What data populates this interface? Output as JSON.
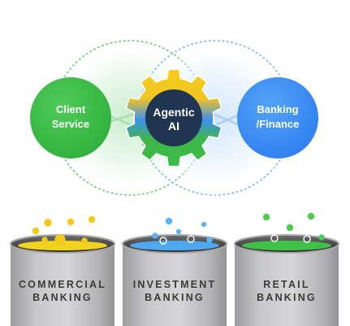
{
  "center": {
    "line1": "Agentic",
    "line2": "AI"
  },
  "left_node": {
    "line1": "Client",
    "line2": "Service"
  },
  "right_node": {
    "line1": "Banking",
    "line2": "/Finance"
  },
  "tanks": [
    {
      "line1": "COMMERCIAL",
      "line2": "BANKING",
      "liquid": "#f1d21c",
      "bubbles": "#f3c91a"
    },
    {
      "line1": "INVESTMENT",
      "line2": "BANKING",
      "liquid": "#4fa7ef",
      "bubbles": "#5fb3f2"
    },
    {
      "line1": "RETAIL",
      "line2": "BANKING",
      "liquid": "#3fc247",
      "bubbles": "#4fcb54"
    }
  ],
  "colors": {
    "green": "#3cbf4a",
    "blue": "#3f8ef5",
    "gear_yellow": "#f2c820",
    "gear_blue": "#3e8ff0",
    "gear_green": "#3dbb48",
    "core": "#1f3552",
    "tank_metal": "#b9b9bb"
  }
}
